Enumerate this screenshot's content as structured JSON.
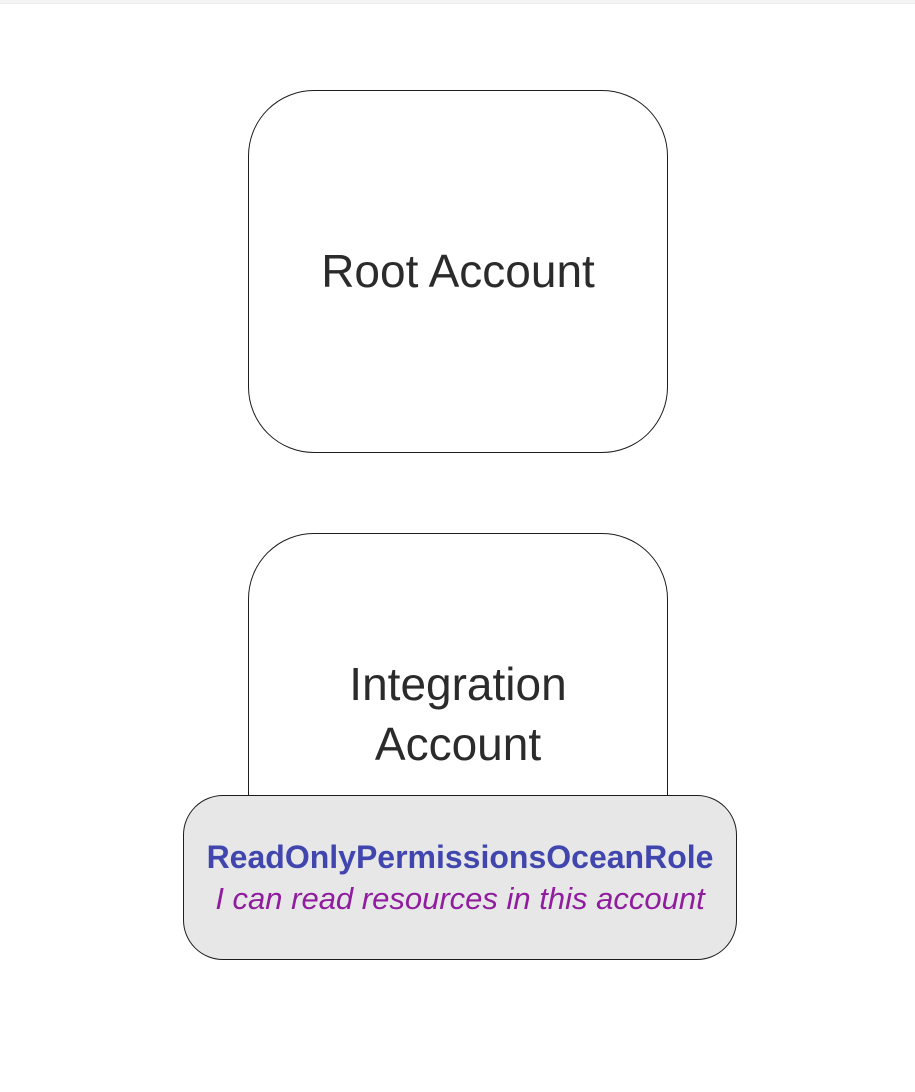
{
  "diagram": {
    "nodes": [
      {
        "id": "root-account",
        "label": "Root Account"
      },
      {
        "id": "integration-account",
        "label": "Integration Account"
      }
    ],
    "role_badge": {
      "name": "ReadOnlyPermissionsOceanRole",
      "description": "I can read resources in this account"
    },
    "colors": {
      "node_border": "#1d1d1d",
      "node_text": "#2b2b2b",
      "canvas": "#ffffff",
      "badge_background": "#e7e7e8",
      "badge_border": "#1d1d1d",
      "badge_name_text": "#4146ae",
      "badge_description_text": "#8f1d9e"
    }
  }
}
